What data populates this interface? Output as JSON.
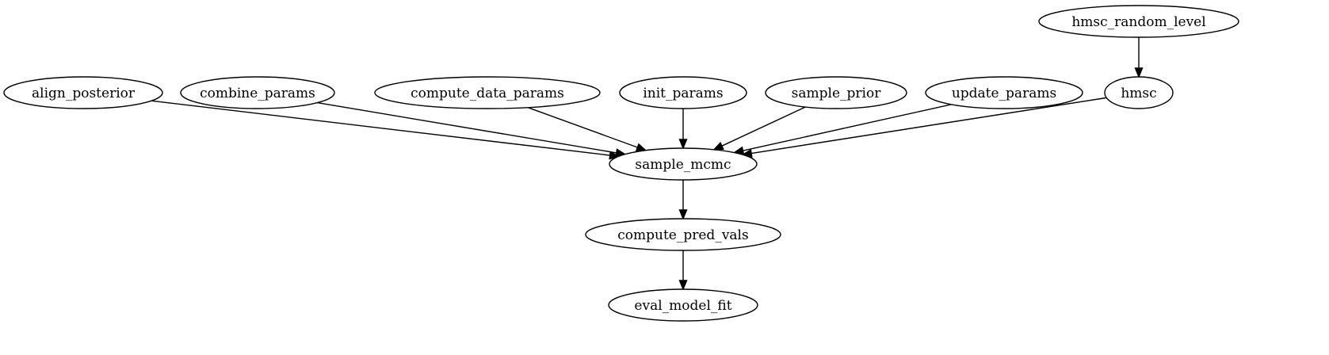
{
  "diagram": {
    "type": "directed-graph",
    "node_shape": "ellipse",
    "colors": {
      "stroke": "#000000",
      "fill": "#ffffff",
      "text": "#000000"
    },
    "nodes": [
      {
        "id": "hmsc_random_level",
        "label": "hmsc_random_level"
      },
      {
        "id": "align_posterior",
        "label": "align_posterior"
      },
      {
        "id": "combine_params",
        "label": "combine_params"
      },
      {
        "id": "compute_data_params",
        "label": "compute_data_params"
      },
      {
        "id": "init_params",
        "label": "init_params"
      },
      {
        "id": "sample_prior",
        "label": "sample_prior"
      },
      {
        "id": "update_params",
        "label": "update_params"
      },
      {
        "id": "hmsc",
        "label": "hmsc"
      },
      {
        "id": "sample_mcmc",
        "label": "sample_mcmc"
      },
      {
        "id": "compute_pred_vals",
        "label": "compute_pred_vals"
      },
      {
        "id": "eval_model_fit",
        "label": "eval_model_fit"
      }
    ],
    "edges": [
      {
        "from": "hmsc_random_level",
        "to": "hmsc"
      },
      {
        "from": "align_posterior",
        "to": "sample_mcmc"
      },
      {
        "from": "combine_params",
        "to": "sample_mcmc"
      },
      {
        "from": "compute_data_params",
        "to": "sample_mcmc"
      },
      {
        "from": "init_params",
        "to": "sample_mcmc"
      },
      {
        "from": "sample_prior",
        "to": "sample_mcmc"
      },
      {
        "from": "update_params",
        "to": "sample_mcmc"
      },
      {
        "from": "hmsc",
        "to": "sample_mcmc"
      },
      {
        "from": "sample_mcmc",
        "to": "compute_pred_vals"
      },
      {
        "from": "compute_pred_vals",
        "to": "eval_model_fit"
      }
    ]
  }
}
